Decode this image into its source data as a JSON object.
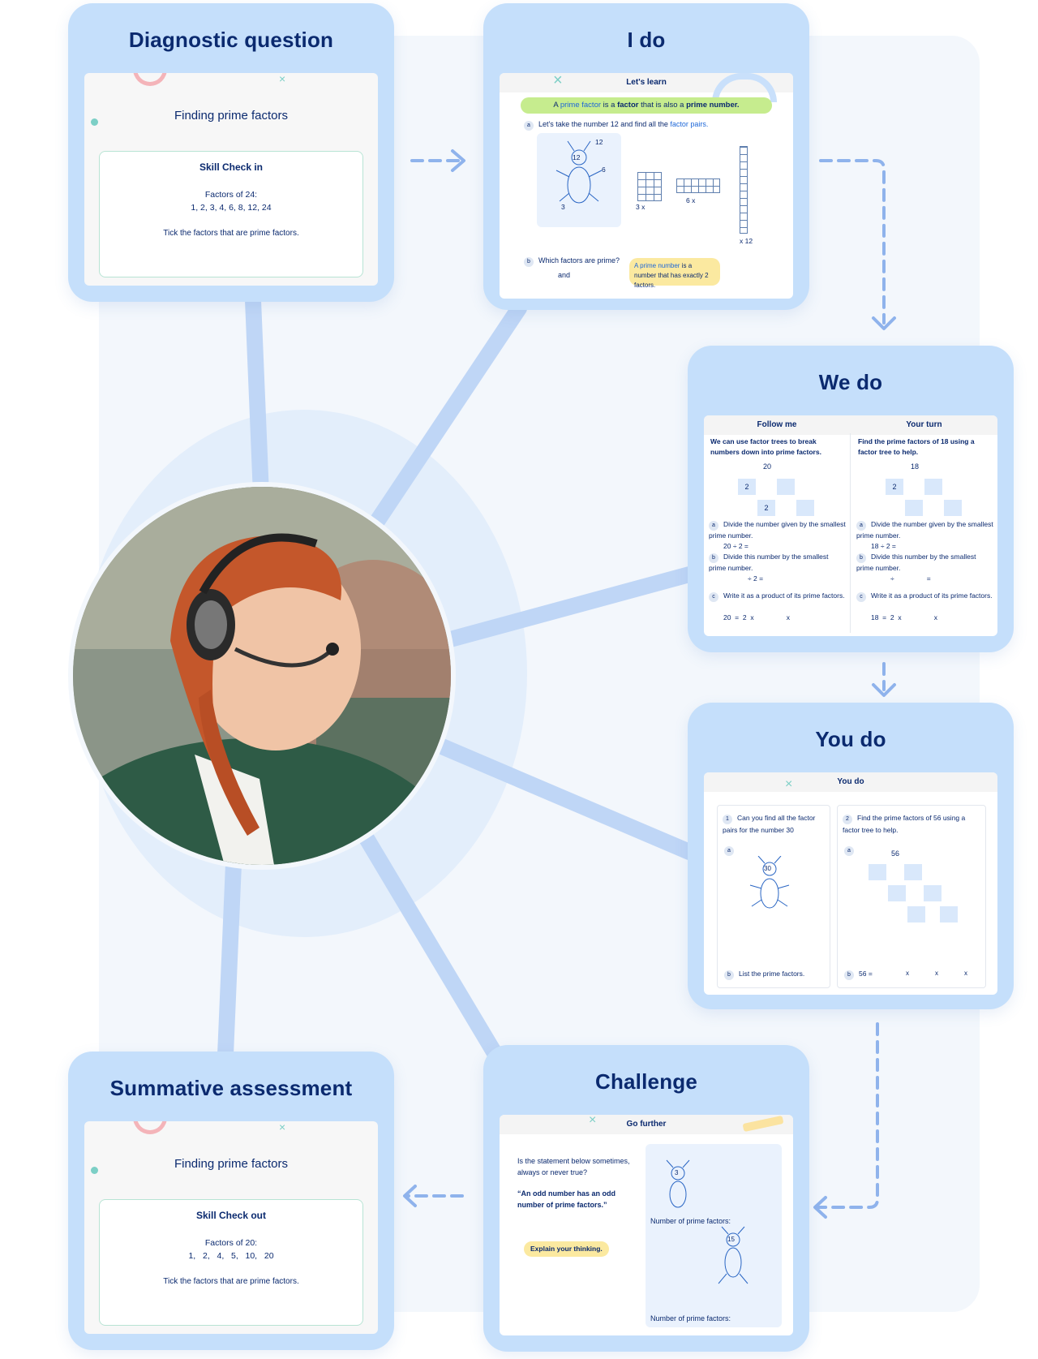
{
  "diagnostic": {
    "title": "Diagnostic question",
    "slide_title": "Finding prime factors",
    "box_heading": "Skill Check in",
    "factors_label": "Factors of 24:",
    "factors_values": "1,  2,  3,  4,  6,  8,  12,  24",
    "instruction": "Tick the factors that are prime factors."
  },
  "ido": {
    "title": "I do",
    "header": "Let's learn",
    "def_pre": "A ",
    "def_term1": "prime factor",
    "def_mid": " is a ",
    "def_term2": "factor",
    "def_post": " that is also a ",
    "def_term3": "prime number.",
    "qa_letter": "a",
    "qa_text": "Let's take the number 12 and find all the ",
    "qa_link": "factor pairs.",
    "bug_center": "12",
    "bug_top": "12",
    "bug_right": "6",
    "bug_left": "3",
    "grid1_label": "3  x",
    "grid2_label": "6  x",
    "grid3_label": "x  12",
    "qb_letter": "b",
    "qb_text": "Which factors are prime?",
    "qb_and": "and",
    "note_term": "A prime number",
    "note_rest": " is a number that has exactly 2 factors."
  },
  "wedo": {
    "title": "We do",
    "left_head": "Follow me",
    "right_head": "Your turn",
    "left_intro": "We can use factor trees to break numbers down into prime factors.",
    "right_intro": "Find the prime factors of 18 using a factor tree to help.",
    "left_root": "20",
    "right_root": "18",
    "leaf1": "2",
    "leaf2": "2",
    "right_leaf1": "2",
    "left_a": "Divide the number given by the smallest prime number.",
    "left_a_eq": "20  ÷  2  =",
    "left_b": "Divide this number by the smallest prime number.",
    "left_b_eq": "÷  2  =",
    "left_c": "Write it as a product of its prime factors.",
    "left_c_eq": "20  =  2  x                 x",
    "right_a": "Divide the number given by the smallest prime number.",
    "right_a_eq": "18  ÷  2  =",
    "right_b": "Divide this number by the smallest prime number.",
    "right_b_eq": "÷                 =",
    "right_c": "Write it as a product of its prime factors.",
    "right_c_eq": "18  =  2  x                 x",
    "letters": [
      "a",
      "b",
      "c"
    ]
  },
  "youdo": {
    "title": "You do",
    "header": "You do",
    "q1_num": "1",
    "q1_text": "Can you find all the factor pairs for the number 30",
    "q1_center": "30",
    "q1_b": "List the prime factors.",
    "q2_num": "2",
    "q2_text": "Find the prime factors of 56 using a factor tree to help.",
    "q2_root": "56",
    "q2_b_eq": "56  =",
    "q2_times": "x",
    "letter_a": "a",
    "letter_b": "b"
  },
  "challenge": {
    "title": "Challenge",
    "header": "Go further",
    "question": "Is the statement below sometimes, always or never true?",
    "statement": "“An odd number has an odd number of prime factors.”",
    "button": "Explain your thinking.",
    "bug1": "3",
    "bug2": "15",
    "count_label_1": "Number of prime factors:",
    "count_label_2": "Number of prime factors:"
  },
  "summative": {
    "title": "Summative assessment",
    "slide_title": "Finding prime factors",
    "box_heading": "Skill Check out",
    "factors_label": "Factors of 20:",
    "factors_values": "1,   2,   4,   5,   10,   20",
    "instruction": "Tick the factors that are prime factors."
  },
  "colors": {
    "card": "#c5dffb",
    "connector": "#bfd6f6",
    "arrow": "#8fb3ec",
    "title": "#0b2a6f",
    "link": "#1d67d8",
    "highlight_green": "#c6ec8e",
    "highlight_yellow": "#fbe9a0"
  },
  "photo": {
    "subject": "student-with-headset-photo"
  }
}
